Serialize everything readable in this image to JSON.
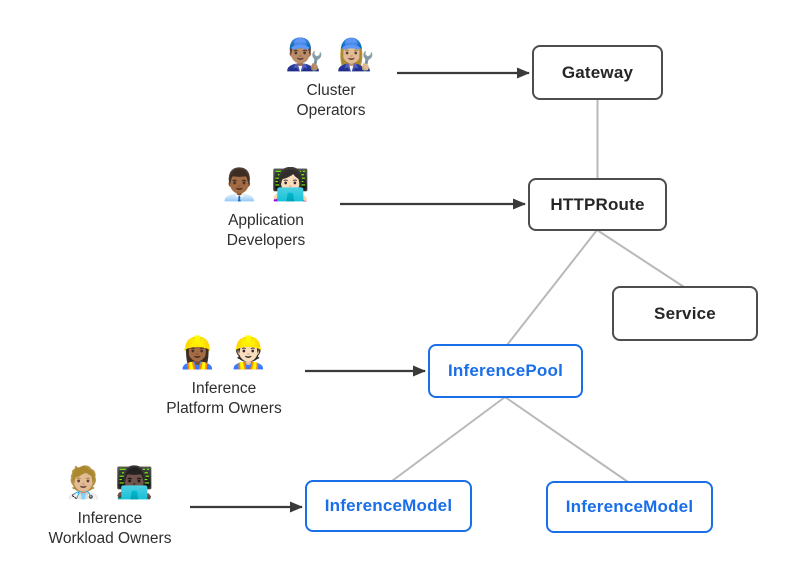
{
  "diagram": {
    "nodes": [
      {
        "id": "gateway",
        "label": "Gateway",
        "style": "standard"
      },
      {
        "id": "httproute",
        "label": "HTTPRoute",
        "style": "standard"
      },
      {
        "id": "service",
        "label": "Service",
        "style": "standard"
      },
      {
        "id": "inferencepool",
        "label": "InferencePool",
        "style": "inference"
      },
      {
        "id": "inferencemodel-1",
        "label": "InferenceModel",
        "style": "inference"
      },
      {
        "id": "inferencemodel-2",
        "label": "InferenceModel",
        "style": "inference"
      }
    ],
    "actors": [
      {
        "id": "cluster-operators",
        "label": "Cluster\nOperators",
        "emoji": "👨🏽‍🔧 👩🏼‍🔧",
        "emoji_name": "mechanics-emoji-icon"
      },
      {
        "id": "application-developers",
        "label": "Application\nDevelopers",
        "emoji": "👨🏾‍💼 👩🏻‍💻",
        "emoji_name": "office-worker-and-technologist-emoji-icon"
      },
      {
        "id": "inference-platform-owners",
        "label": "Inference\nPlatform Owners",
        "emoji": "👷🏾‍♀️ 👷🏻",
        "emoji_name": "construction-workers-emoji-icon"
      },
      {
        "id": "inference-workload-owners",
        "label": "Inference\nWorkload Owners",
        "emoji": "🧑🏼‍⚕️ 👨🏿‍💻",
        "emoji_name": "health-worker-and-technologist-emoji-icon"
      }
    ],
    "edges": [
      {
        "from": "gateway",
        "to": "httproute"
      },
      {
        "from": "httproute",
        "to": "inferencepool"
      },
      {
        "from": "httproute",
        "to": "service"
      },
      {
        "from": "inferencepool",
        "to": "inferencemodel-1"
      },
      {
        "from": "inferencepool",
        "to": "inferencemodel-2"
      }
    ],
    "colors": {
      "standard_border": "#4d4d4d",
      "standard_text": "#262626",
      "inference_accent": "#1a6ee8",
      "connector": "#b9b9b9",
      "arrow": "#3a3a3a",
      "label_text": "#2e2e2e"
    }
  }
}
